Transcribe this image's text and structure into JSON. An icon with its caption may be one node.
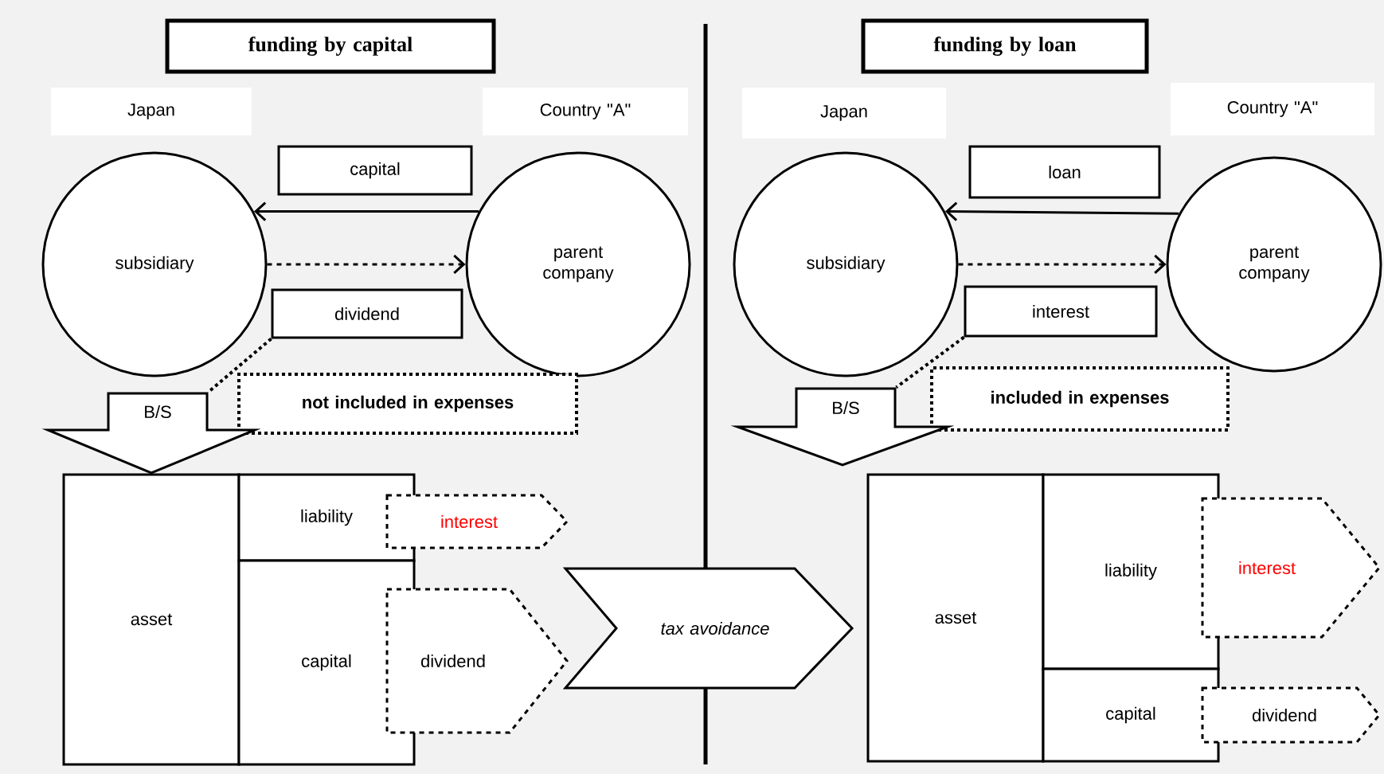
{
  "diagram": {
    "nodes": [
      {
        "text": [
          "funding by capital"
        ]
      },
      {
        "text": [
          "Japan"
        ]
      },
      {
        "text": [
          "Country \"A\""
        ]
      },
      {
        "text": [
          "capital"
        ]
      },
      {
        "text": [
          "subsidiary"
        ]
      },
      {
        "text": [
          "parent company"
        ]
      },
      {
        "text": [
          "dividend"
        ]
      },
      {
        "text": [
          "not included in expenses"
        ]
      },
      {
        "text": [
          "B/S"
        ]
      },
      {
        "text": [
          "asset"
        ]
      },
      {
        "text": [
          "liability"
        ]
      },
      {
        "text": [
          "capital"
        ]
      },
      {
        "text": [
          "interest"
        ]
      },
      {
        "text": [
          "dividend"
        ]
      },
      {
        "text": [
          "tax avoidance"
        ]
      },
      {
        "text": [
          "funding by loan"
        ]
      },
      {
        "text": [
          "Japan"
        ]
      },
      {
        "text": [
          "Country \"A\""
        ]
      },
      {
        "text": [
          "loan"
        ]
      },
      {
        "text": [
          "subsidiary"
        ]
      },
      {
        "text": [
          "parent company"
        ]
      },
      {
        "text": [
          "interest"
        ]
      },
      {
        "text": [
          "included in expenses"
        ]
      },
      {
        "text": [
          "B/S"
        ]
      },
      {
        "text": [
          "asset"
        ]
      },
      {
        "text": [
          "liability"
        ]
      },
      {
        "text": [
          "capital"
        ]
      },
      {
        "text": [
          "interest"
        ]
      },
      {
        "text": [
          "dividend"
        ]
      }
    ],
    "edges": [
      {
        "from": 5,
        "to": 4,
        "arrow": "to"
      },
      {
        "from": 4,
        "to": 5,
        "arrow": "to",
        "style": "dashed"
      },
      {
        "from": 6,
        "to": 8,
        "arrow": "none",
        "style": "dashed"
      },
      {
        "from": 20,
        "to": 19,
        "arrow": "to"
      },
      {
        "from": 19,
        "to": 20,
        "arrow": "to",
        "style": "dashed"
      },
      {
        "from": 21,
        "to": 23,
        "arrow": "none",
        "style": "dashed"
      }
    ]
  }
}
